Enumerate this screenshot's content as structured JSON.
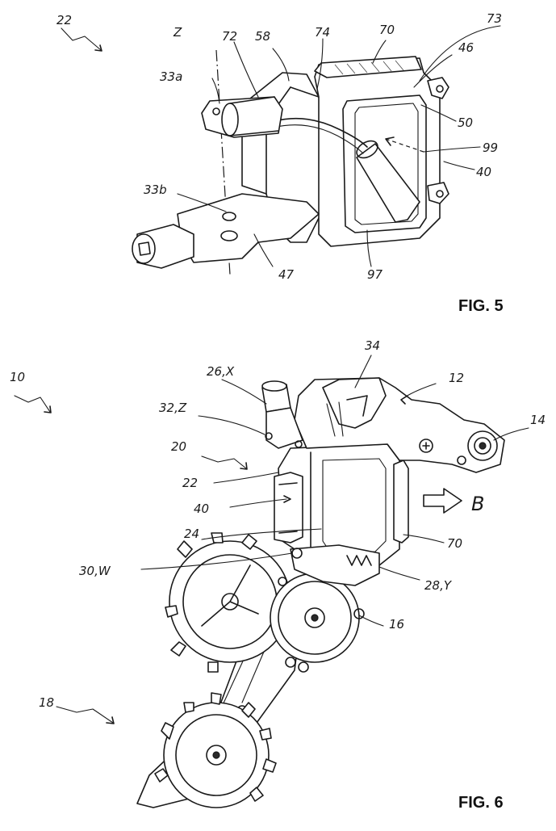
{
  "figures": [
    {
      "id": "fig5",
      "caption": "FIG. 5",
      "labels": [
        "22",
        "Z",
        "72",
        "58",
        "74",
        "70",
        "73",
        "46",
        "33a",
        "50",
        "99",
        "40",
        "33b",
        "47",
        "97"
      ]
    },
    {
      "id": "fig6",
      "caption": "FIG. 6",
      "labels": [
        "10",
        "34",
        "26,X",
        "12",
        "32,Z",
        "14",
        "20",
        "22",
        "40",
        "B",
        "24",
        "70",
        "30,W",
        "28,Y",
        "16",
        "18"
      ]
    }
  ]
}
